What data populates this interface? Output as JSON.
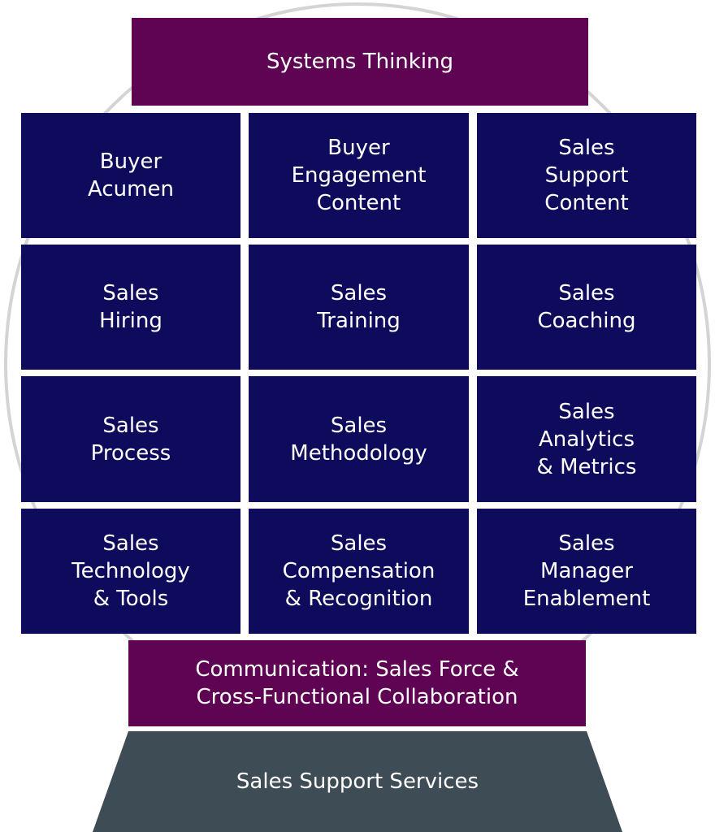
{
  "diagram": {
    "top_bar": "Systems Thinking",
    "cells": [
      [
        "Buyer\nAcumen",
        "Buyer\nEngagement\nContent",
        "Sales\nSupport\nContent"
      ],
      [
        "Sales\nHiring",
        "Sales\nTraining",
        "Sales\nCoaching"
      ],
      [
        "Sales\nProcess",
        "Sales\nMethodology",
        "Sales\nAnalytics\n& Metrics"
      ],
      [
        "Sales\nTechnology\n& Tools",
        "Sales\nCompensation\n& Recognition",
        "Sales\nManager\nEnablement"
      ]
    ],
    "bottom_bar": "Communication: Sales Force &\nCross-Functional Collaboration",
    "base": "Sales Support Services"
  },
  "colors": {
    "top_bar": "#5e0452",
    "cells": "#0e0b5c",
    "bottom_bar": "#5e0452",
    "base": "#3e4c55",
    "ring": "#d4d4d4"
  }
}
